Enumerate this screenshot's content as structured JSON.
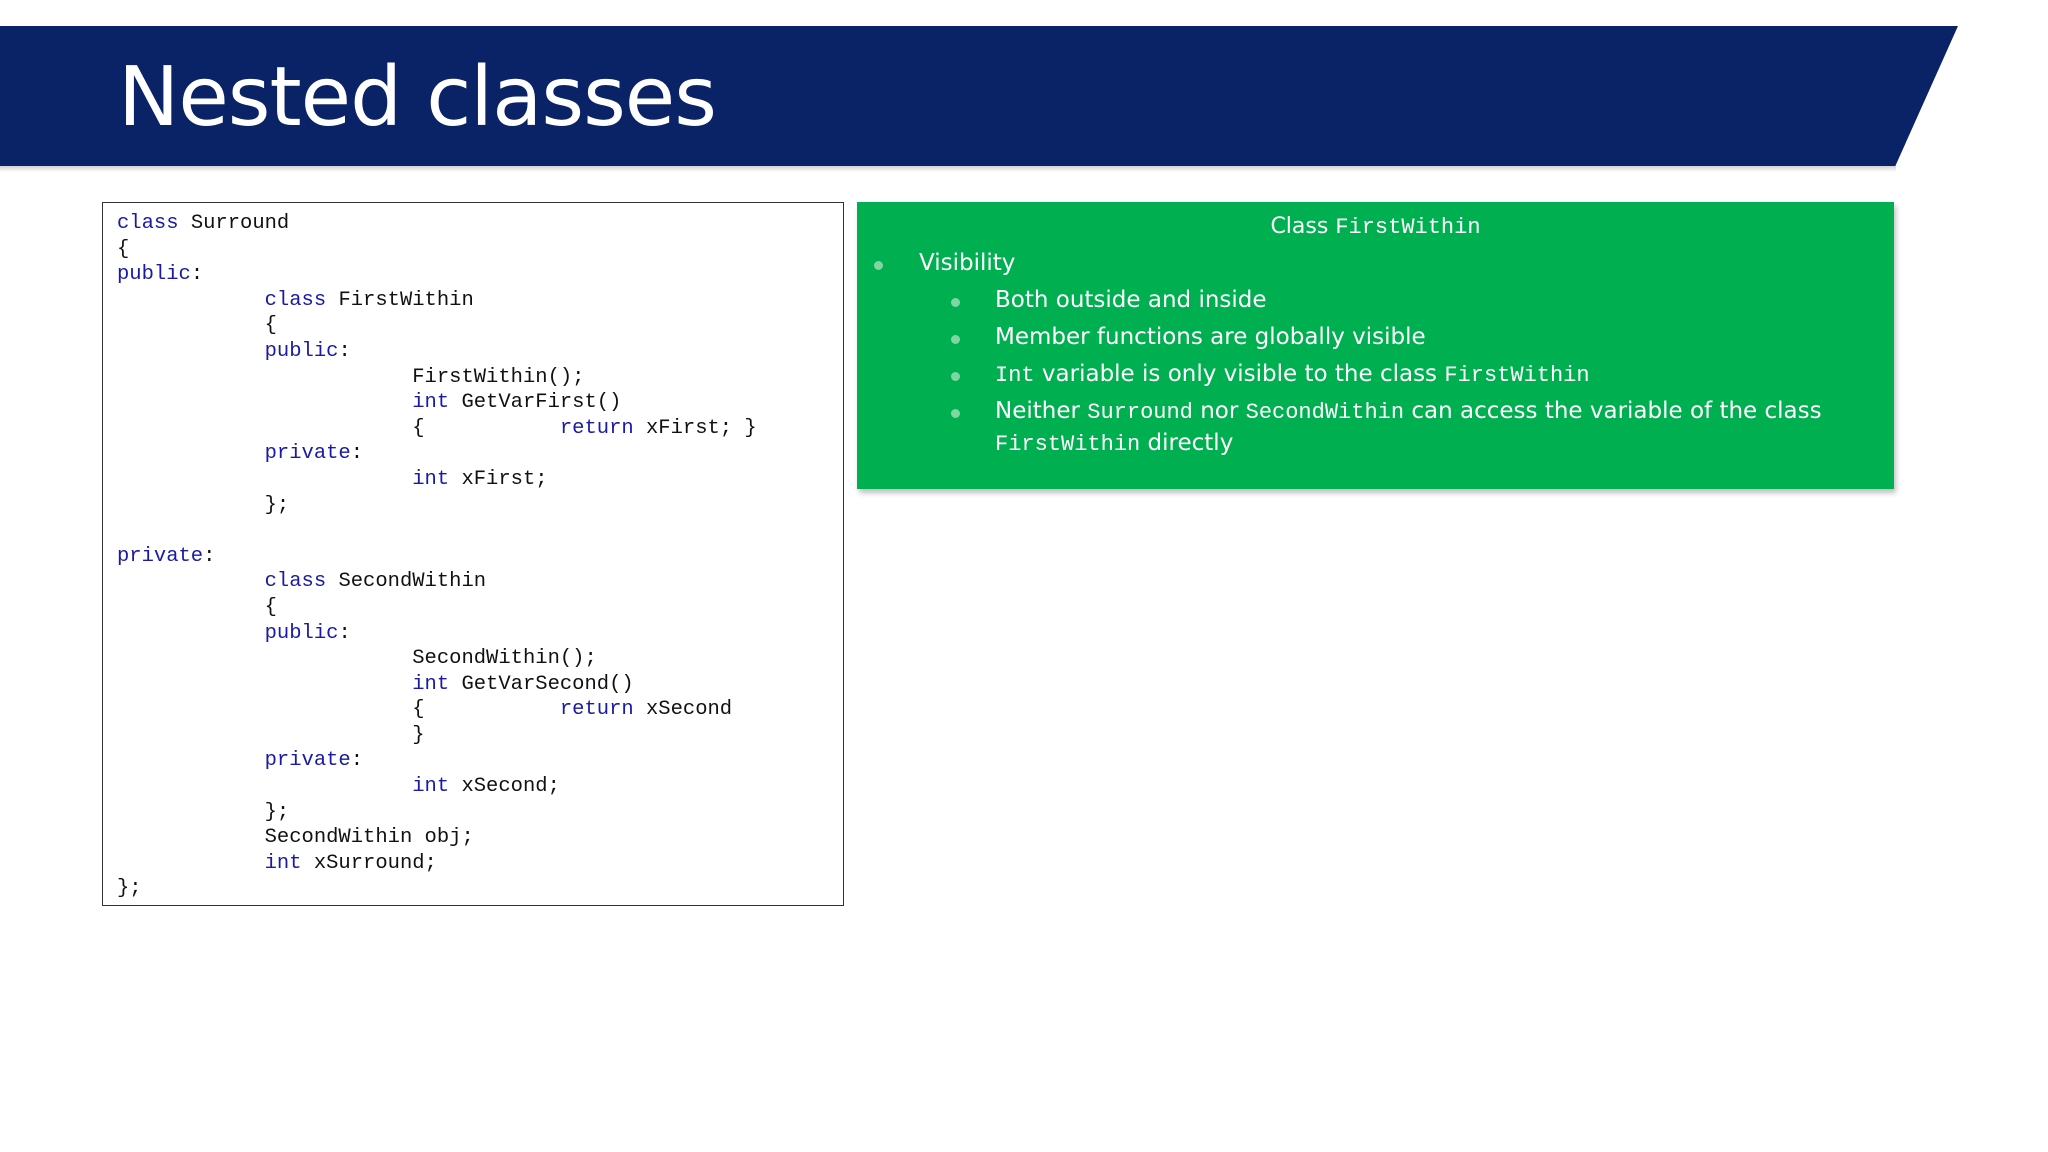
{
  "slide": {
    "title": "Nested classes"
  },
  "code_lines": [
    [
      {
        "t": "class",
        "k": 1
      },
      {
        "t": " Surround"
      }
    ],
    [
      {
        "t": "{"
      }
    ],
    [
      {
        "t": "public",
        "k": 1
      },
      {
        "t": ":"
      }
    ],
    [
      {
        "t": "            "
      },
      {
        "t": "class",
        "k": 1
      },
      {
        "t": " FirstWithin"
      }
    ],
    [
      {
        "t": "            {"
      }
    ],
    [
      {
        "t": "            "
      },
      {
        "t": "public",
        "k": 1
      },
      {
        "t": ":"
      }
    ],
    [
      {
        "t": "                        FirstWithin();"
      }
    ],
    [
      {
        "t": "                        "
      },
      {
        "t": "int",
        "k": 1
      },
      {
        "t": " GetVarFirst()"
      }
    ],
    [
      {
        "t": "                        {           "
      },
      {
        "t": "return",
        "k": 1
      },
      {
        "t": " xFirst; }"
      }
    ],
    [
      {
        "t": "            "
      },
      {
        "t": "private",
        "k": 1
      },
      {
        "t": ":"
      }
    ],
    [
      {
        "t": "                        "
      },
      {
        "t": "int",
        "k": 1
      },
      {
        "t": " xFirst;"
      }
    ],
    [
      {
        "t": "            };"
      }
    ],
    [
      {
        "t": ""
      }
    ],
    [
      {
        "t": "private",
        "k": 1
      },
      {
        "t": ":"
      }
    ],
    [
      {
        "t": "            "
      },
      {
        "t": "class",
        "k": 1
      },
      {
        "t": " SecondWithin"
      }
    ],
    [
      {
        "t": "            {"
      }
    ],
    [
      {
        "t": "            "
      },
      {
        "t": "public",
        "k": 1
      },
      {
        "t": ":"
      }
    ],
    [
      {
        "t": "                        SecondWithin();"
      }
    ],
    [
      {
        "t": "                        "
      },
      {
        "t": "int",
        "k": 1
      },
      {
        "t": " GetVarSecond()"
      }
    ],
    [
      {
        "t": "                        {           "
      },
      {
        "t": "return",
        "k": 1
      },
      {
        "t": " xSecond"
      }
    ],
    [
      {
        "t": "                        }"
      }
    ],
    [
      {
        "t": "            "
      },
      {
        "t": "private",
        "k": 1
      },
      {
        "t": ":"
      }
    ],
    [
      {
        "t": "                        "
      },
      {
        "t": "int",
        "k": 1
      },
      {
        "t": " xSecond;"
      }
    ],
    [
      {
        "t": "            };"
      }
    ],
    [
      {
        "t": "            SecondWithin obj;"
      }
    ],
    [
      {
        "t": "            "
      },
      {
        "t": "int",
        "k": 1
      },
      {
        "t": " xSurround;"
      }
    ],
    [
      {
        "t": "};"
      }
    ]
  ],
  "info": {
    "title_prefix": "Class ",
    "title_code": "FirstWithin",
    "b1": "Visibility",
    "b2": "Both outside and inside",
    "b3": "Member functions are globally visible",
    "b4_code": "Int",
    "b4_text": " variable is only visible to the class ",
    "b4_code2": "FirstWithin",
    "b5_text1": "Neither ",
    "b5_code1": "Surround",
    "b5_text2": " nor ",
    "b5_code2": "SecondWithin",
    "b5_text3": " can access the variable of the class",
    "b5_code3": "FirstWithin",
    "b5_text4": "  directly"
  },
  "colors": {
    "title_bar": "#0a2266",
    "info_box": "#00b050",
    "keyword": "#1a1aa6"
  }
}
